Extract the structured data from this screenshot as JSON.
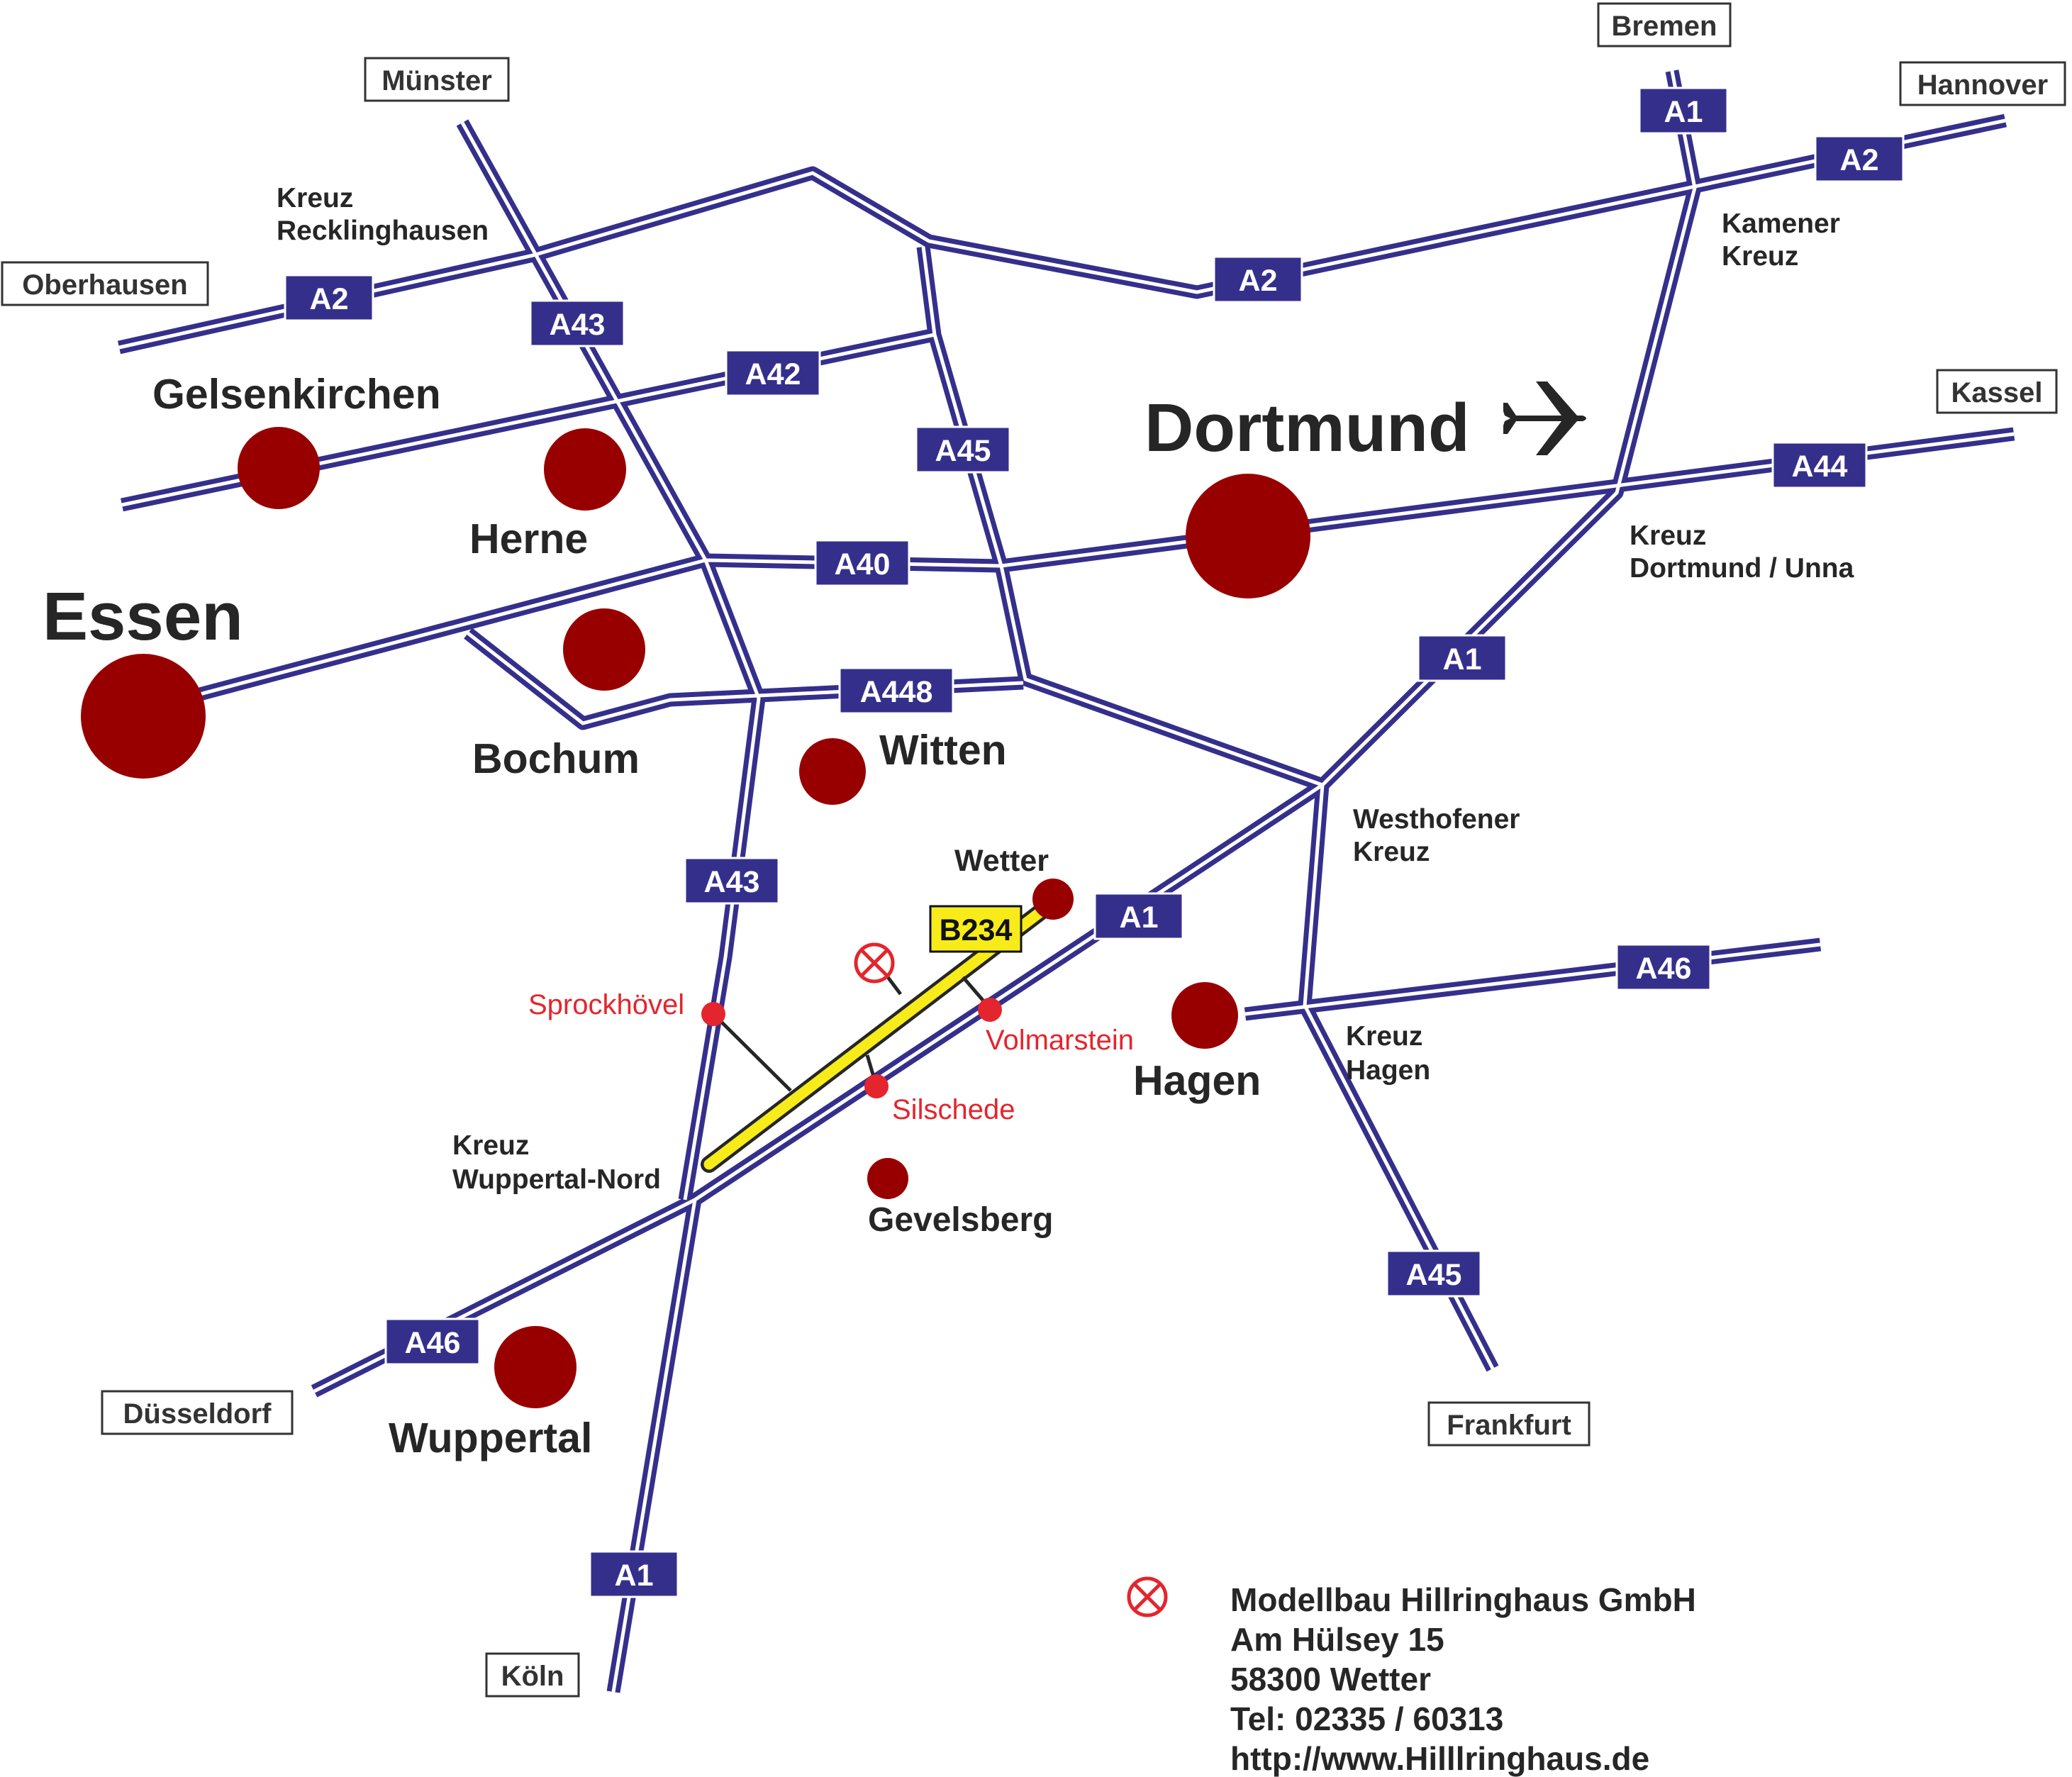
{
  "colors": {
    "motorway": "#352f8c",
    "city": "#980000",
    "local": "#e4252d",
    "bundesstrasse": "#f7ec1a"
  },
  "cities": {
    "essen": "Essen",
    "dortmund": "Dortmund",
    "gelsenkirchen": "Gelsenkirchen",
    "herne": "Herne",
    "bochum": "Bochum",
    "witten": "Witten",
    "wetter": "Wetter",
    "hagen": "Hagen",
    "gevelsberg": "Gevelsberg",
    "wuppertal": "Wuppertal"
  },
  "destinations": {
    "muenster": "Münster",
    "bremen": "Bremen",
    "hannover": "Hannover",
    "oberhausen": "Oberhausen",
    "kassel": "Kassel",
    "duesseldorf": "Düsseldorf",
    "frankfurt": "Frankfurt",
    "koeln": "Köln"
  },
  "junctions": {
    "recklinghausen": [
      "Kreuz",
      "Recklinghausen"
    ],
    "kamen": [
      "Kamener",
      "Kreuz"
    ],
    "dortmund_unna": [
      "Kreuz",
      "Dortmund / Unna"
    ],
    "westhofen": [
      "Westhofener",
      "Kreuz"
    ],
    "hagen": [
      "Kreuz",
      "Hagen"
    ],
    "wuppertal_nord": [
      "Kreuz",
      "Wuppertal-Nord"
    ]
  },
  "local_places": {
    "sprockhoevel": "Sprockhövel",
    "volmarstein": "Volmarstein",
    "silschede": "Silschede"
  },
  "shields": {
    "a2_west": "A2",
    "a2_mid": "A2",
    "a2_east": "A2",
    "a1_north": "A1",
    "a1_mid": "A1",
    "a1_wetter": "A1",
    "a1_south": "A1",
    "a43_north": "A43",
    "a43_south": "A43",
    "a42": "A42",
    "a45_north": "A45",
    "a45_south": "A45",
    "a40": "A40",
    "a448": "A448",
    "a44": "A44",
    "a46_east": "A46",
    "a46_west": "A46",
    "b234": "B234"
  },
  "airport_icon": "airplane-icon",
  "target_icon": "location-target-icon",
  "address": {
    "company": "Modellbau Hillringhaus GmbH",
    "street": "Am Hülsey 15",
    "city": "58300 Wetter",
    "phone": "Tel: 02335 / 60313",
    "web": "http://www.Hilllringhaus.de"
  }
}
